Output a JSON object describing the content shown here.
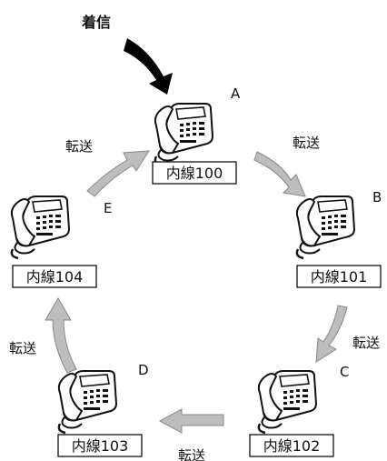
{
  "incoming": {
    "label": "着信"
  },
  "phones": [
    {
      "letter": "A",
      "extension": "内線100"
    },
    {
      "letter": "B",
      "extension": "内線101"
    },
    {
      "letter": "C",
      "extension": "内線102"
    },
    {
      "letter": "D",
      "extension": "内線103"
    },
    {
      "letter": "E",
      "extension": "内線104"
    }
  ],
  "transfers": [
    {
      "label": "転送"
    },
    {
      "label": "転送"
    },
    {
      "label": "転送"
    },
    {
      "label": "転送"
    },
    {
      "label": "転送"
    }
  ],
  "colors": {
    "transfer_arrow": "#bdbdbd",
    "incoming_arrow": "#000000",
    "frame": "#000000"
  }
}
